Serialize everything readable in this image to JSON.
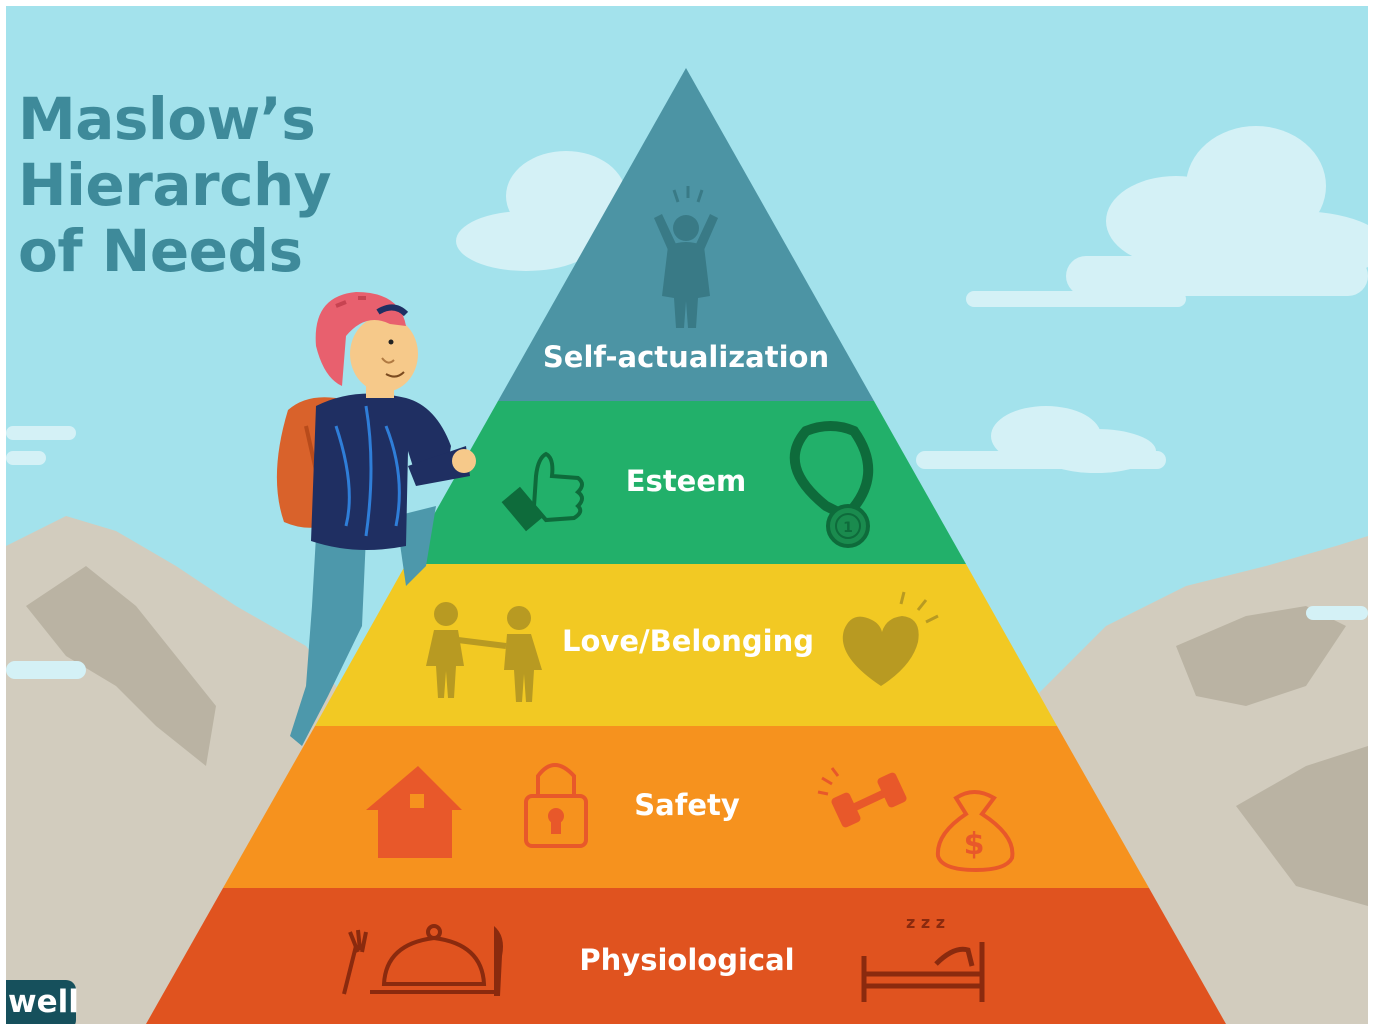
{
  "title": {
    "line1": "Maslow’s",
    "line2": "Hierarchy",
    "line3": "of Needs"
  },
  "pyramid": {
    "tiers": [
      {
        "label": "Self-actualization",
        "color": "#4c94a4",
        "icons": [
          "person-cheering-icon"
        ]
      },
      {
        "label": "Esteem",
        "color": "#22b06a",
        "icons": [
          "thumbs-up-icon",
          "medal-icon"
        ]
      },
      {
        "label": "Love/Belonging",
        "color": "#f2c923",
        "icons": [
          "two-people-holding-hands-icon",
          "heart-icon"
        ]
      },
      {
        "label": "Safety",
        "color": "#f6921e",
        "icons": [
          "house-icon",
          "padlock-icon",
          "dumbbell-icon",
          "money-bag-icon"
        ]
      },
      {
        "label": "Physiological",
        "color": "#e0531f",
        "icons": [
          "fork-icon",
          "food-cloche-icon",
          "knife-icon",
          "bed-icon"
        ]
      }
    ]
  },
  "colors": {
    "sky": "#a3e2ec",
    "title": "#3e8a9a",
    "mountains": "#d2ccbe",
    "clouds": "#d4f1f6"
  },
  "brand": {
    "text": "well"
  }
}
